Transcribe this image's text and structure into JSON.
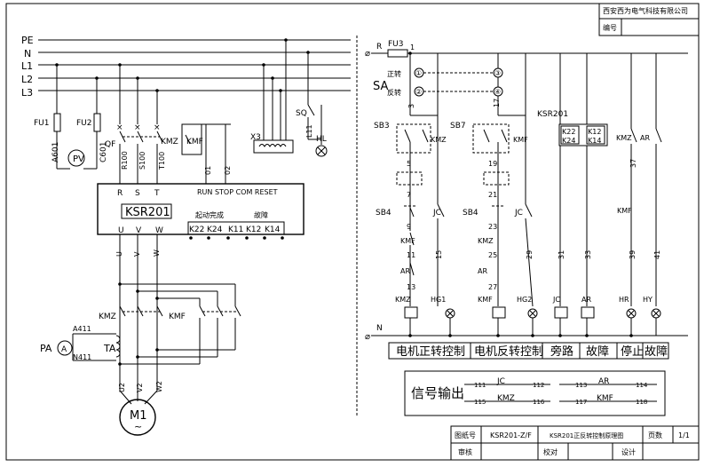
{
  "title_block": {
    "company": "西安西为电气科技有限公司",
    "number_label": "编号",
    "drawing_no_label": "图纸号",
    "drawing_no": "KSR201-Z/F",
    "drawing_name": "KSR201正反转控制原理图",
    "page_label": "页数",
    "page_value": "1/1",
    "review_label": "审核",
    "proof_label": "校对",
    "design_label": "设计"
  },
  "power": {
    "buses": [
      "PE",
      "N",
      "L1",
      "L2",
      "L3"
    ],
    "fu1": "FU1",
    "fu2": "FU2",
    "pv": "PV",
    "a601": "A601",
    "c601": "C601",
    "qf": "QF",
    "kmz": "KMZ",
    "kmf": "KMF",
    "x3": "X3",
    "sq": "SQ",
    "l11": "L11",
    "hl": "HL",
    "r100": "R100",
    "s100": "S100",
    "t100": "T100",
    "w01": "01",
    "w02": "02",
    "terminals_rst": [
      "R",
      "S",
      "T"
    ],
    "run_stop": "RUN STOP COM RESET",
    "module_name": "KSR201",
    "start_done": "起动完成",
    "fault": "故障",
    "out_terms": [
      "K22",
      "K24",
      "K11",
      "K12",
      "K14"
    ],
    "uvw": [
      "U",
      "V",
      "W"
    ],
    "kmz2": "KMZ",
    "kmf2": "KMF",
    "a411": "A411",
    "n411": "N411",
    "pa": "PA",
    "a_meter": "A",
    "ta": "TA",
    "u2": "U2",
    "v2": "V2",
    "w2": "W2",
    "motor": "M1",
    "motor_sym": "~"
  },
  "control": {
    "r": "R",
    "fu3": "FU3",
    "n1": "1",
    "sa": "SA",
    "forward": "正转",
    "reverse": "反转",
    "sa_marks": [
      "①",
      "③",
      "②",
      "④"
    ],
    "wire3": "3",
    "wire17": "17",
    "ksr201": "KSR201",
    "sb3": "SB3",
    "sb7": "SB7",
    "kmz_a": "KMZ",
    "kmf_a": "KMF",
    "relay_terms": [
      "K22",
      "K24",
      "K12",
      "K14"
    ],
    "kmz_ar": [
      "KMZ",
      "AR"
    ],
    "w5": "5",
    "w19": "19",
    "w7": "7",
    "w21": "21",
    "sb4a": "SB4",
    "sb4b": "SB4",
    "jc_a": "JC",
    "jc_b": "JC",
    "kmf_b": "KMF",
    "w37": "37",
    "w9": "9",
    "w23": "23",
    "kmf_c": "KMF",
    "kmz_c": "KMZ",
    "w11": "11",
    "w15": "15",
    "w25": "25",
    "w29": "29",
    "w31": "31",
    "w33": "33",
    "w39": "39",
    "w41": "41",
    "ar_a": "AR",
    "ar_b": "AR",
    "w13": "13",
    "w27": "27",
    "coil_kmz": "KMZ",
    "hg1": "HG1",
    "coil_kmf": "KMF",
    "hg2": "HG2",
    "coil_jc": "JC",
    "coil_ar": "AR",
    "hr": "HR",
    "hy": "HY",
    "n_label": "N",
    "functions": [
      "电机正转控制",
      "电机反转控制",
      "旁路",
      "故障",
      "停止",
      "故障"
    ],
    "signal_out": "信号输出",
    "sig_nums": [
      "111",
      "112",
      "113",
      "114",
      "115",
      "116",
      "117",
      "118"
    ],
    "sig_names": [
      "JC",
      "AR",
      "KMZ",
      "KMF"
    ]
  }
}
